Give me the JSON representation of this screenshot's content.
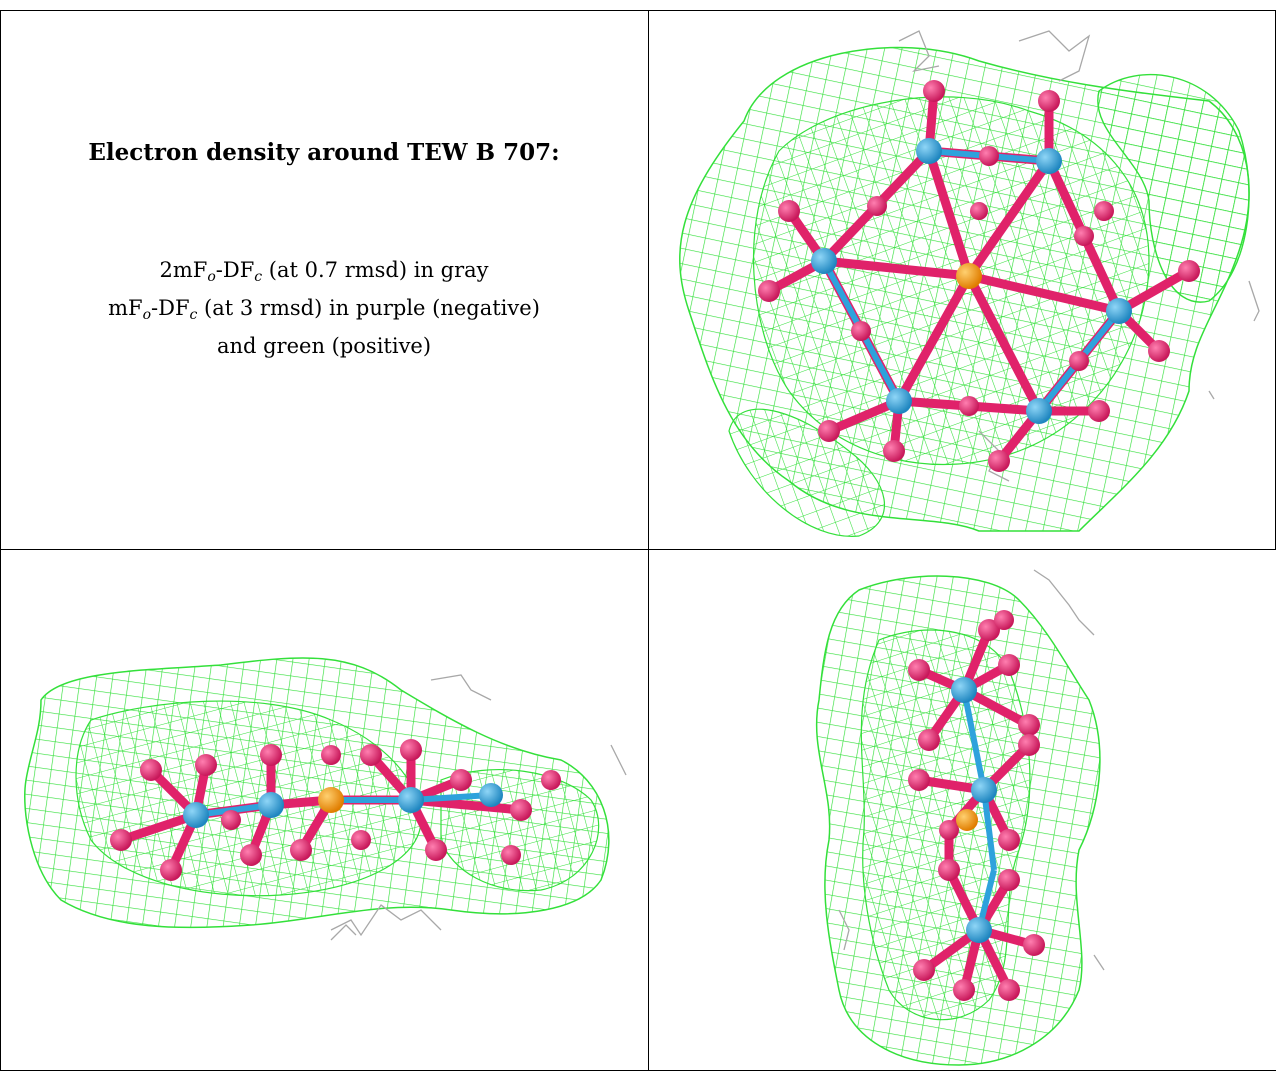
{
  "caption": {
    "title": "Electron density around TEW B 707:",
    "line1": {
      "pre": "2mF",
      "sub1": "o",
      "mid": "-DF",
      "sub2": "c",
      "post": " (at 0.7 rmsd) in gray"
    },
    "line2": {
      "pre": "mF",
      "sub1": "o",
      "mid": "-DF",
      "sub2": "c",
      "post": " (at 3 rmsd) in purple (negative)"
    },
    "line3": "and green (positive)"
  },
  "colors": {
    "positive_mesh": "#33e03a",
    "twomfo_mesh": "#a8a8a8",
    "oxygen": "#e0226a",
    "tungsten": "#2ea2dc",
    "tellurium": "#f0960f",
    "border": "#000000"
  },
  "panels": [
    {
      "view": "top"
    },
    {
      "view": "side"
    },
    {
      "view": "end-on"
    }
  ]
}
